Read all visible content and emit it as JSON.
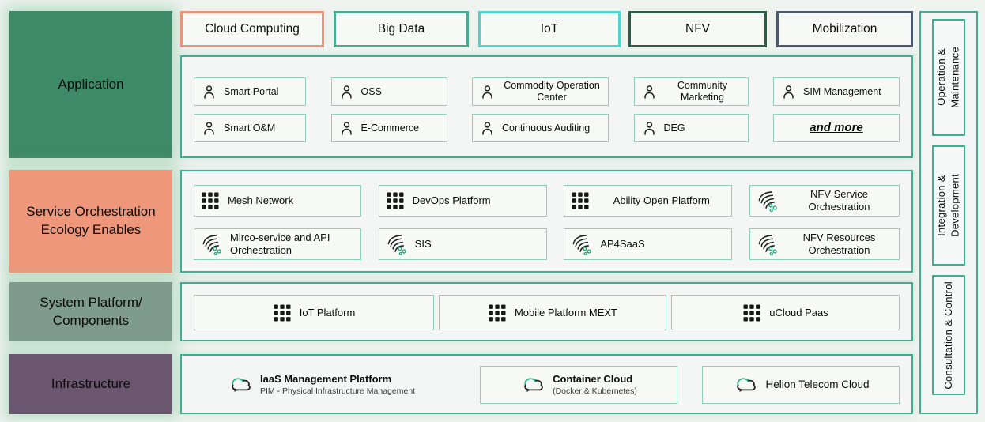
{
  "tabs": [
    {
      "label": "Cloud Computing",
      "border_color": "#e8937a"
    },
    {
      "label": "Big Data",
      "border_color": "#4aa98f"
    },
    {
      "label": "IoT",
      "border_color": "#49d8d0"
    },
    {
      "label": "NFV",
      "border_color": "#2d5c4c"
    },
    {
      "label": "Mobilization",
      "border_color": "#4d5a6b"
    }
  ],
  "left_sections": [
    {
      "label": "Application",
      "bg": "#3e8a66"
    },
    {
      "label": "Service Orchestration Ecology Enables",
      "bg": "#ee977a"
    },
    {
      "label": "System Platform/ Components",
      "bg": "#7e9b8d"
    },
    {
      "label": "Infrastructure",
      "bg": "#6b5670"
    }
  ],
  "application_section": {
    "rows": [
      [
        {
          "icon": "person-icon",
          "label": "Smart Portal"
        },
        {
          "icon": "person-icon",
          "label": "OSS"
        },
        {
          "icon": "person-icon",
          "label": "Commodity Operation Center"
        },
        {
          "icon": "person-icon",
          "label": "Community Marketing"
        },
        {
          "icon": "person-icon",
          "label": "SIM Management"
        }
      ],
      [
        {
          "icon": "person-icon",
          "label": "Smart O&M"
        },
        {
          "icon": "person-icon",
          "label": "E-Commerce"
        },
        {
          "icon": "person-icon",
          "label": "Continuous Auditing"
        },
        {
          "icon": "person-icon",
          "label": "DEG"
        },
        {
          "icon": null,
          "label": "and more"
        }
      ]
    ]
  },
  "service_section": {
    "rows": [
      [
        {
          "icon": "grid-icon",
          "label": "Mesh Network"
        },
        {
          "icon": "grid-icon",
          "label": "DevOps Platform"
        },
        {
          "icon": "grid-icon",
          "label": "Ability Open Platform"
        },
        {
          "icon": "wave-icon",
          "label": "NFV Service Orchestration"
        }
      ],
      [
        {
          "icon": "wave-icon",
          "label": "Mirco-service and API Orchestration"
        },
        {
          "icon": "wave-icon",
          "label": "SIS"
        },
        {
          "icon": "wave-icon",
          "label": "AP4SaaS"
        },
        {
          "icon": "wave-icon",
          "label": "NFV Resources Orchestration"
        }
      ]
    ]
  },
  "system_section": {
    "items": [
      {
        "icon": "grid-icon",
        "label": "IoT Platform"
      },
      {
        "icon": "grid-icon",
        "label": "Mobile Platform MEXT"
      },
      {
        "icon": "grid-icon",
        "label": "uCloud Paas"
      }
    ]
  },
  "infrastructure_section": {
    "items": [
      {
        "icon": "cloud-sync-icon",
        "label": "IaaS Management Platform",
        "sublabel": "PIM - Physical Infrastructure Management"
      },
      {
        "icon": "cloud-sync-icon",
        "label": "Container Cloud",
        "sublabel": "(Docker & Kubernetes)"
      },
      {
        "icon": "cloud-sync-icon",
        "label": "Helion Telecom Cloud",
        "sublabel": ""
      }
    ]
  },
  "right_sections": [
    {
      "label": "Operation &\nMaintenance"
    },
    {
      "label": "Integration &\nDevelopment"
    },
    {
      "label": "Consultation & Control"
    }
  ],
  "colors": {
    "container_border": "#3fae91",
    "item_border": "#8fd0bb",
    "wave_icon_green": "#2fa877",
    "cloud_icon_green": "#3bb385",
    "glow_green": "#94cea6"
  }
}
